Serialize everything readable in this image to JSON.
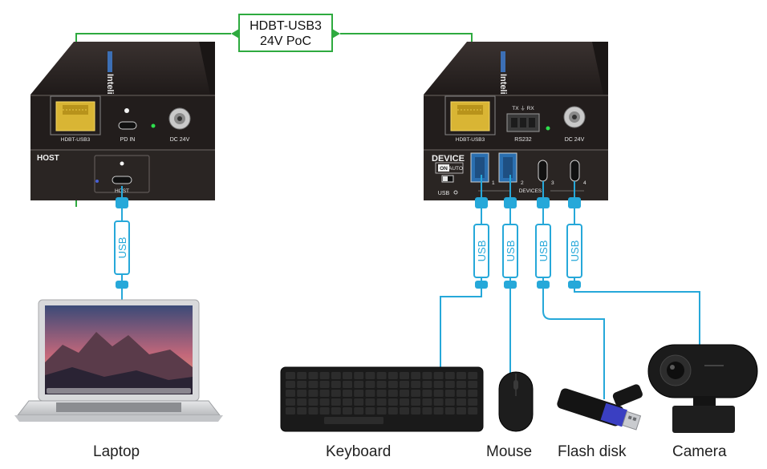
{
  "link": {
    "line1": "HDBT-USB3",
    "line2": "24V PoC"
  },
  "usb_label": "USB",
  "transmitter": {
    "brand": "Intelix",
    "port_hdbt": "HDBT-USB3",
    "port_pd": "PD IN",
    "port_dc": "DC 24V",
    "section": "HOST",
    "port_host": "HOST"
  },
  "receiver": {
    "brand": "Intelix",
    "port_hdbt": "HDBT-USB3",
    "rs232_pins": "TX  ⏚  RX",
    "port_rs232": "RS232",
    "port_dc": "DC 24V",
    "section": "DEVICE",
    "mode_on": "ON",
    "mode_auto": "AUTO",
    "usb_led": "USB",
    "port_numbers": [
      "1",
      "2",
      "3",
      "4"
    ],
    "devices_label": "DEVICES"
  },
  "captions": {
    "laptop": "Laptop",
    "keyboard": "Keyboard",
    "mouse": "Mouse",
    "flash": "Flash disk",
    "camera": "Camera"
  },
  "colors": {
    "link_green": "#2eaa3f",
    "usb_blue": "#26a8d9",
    "unit_body": "#2c2624"
  }
}
